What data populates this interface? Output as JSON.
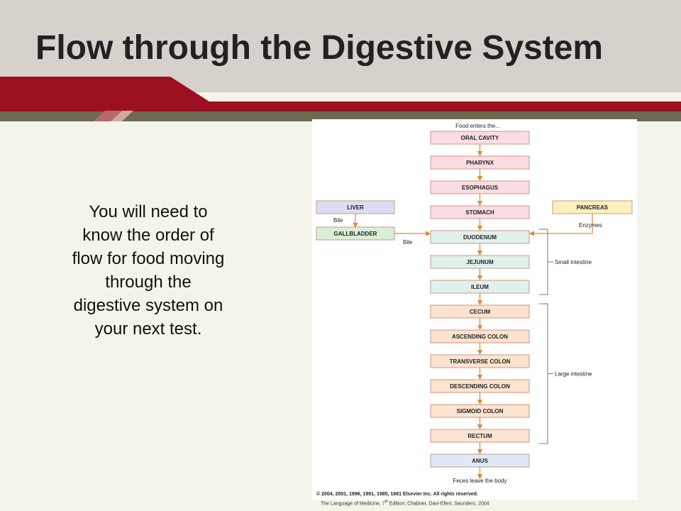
{
  "slide": {
    "title": "Flow through the Digestive System",
    "body_text": "You will need to know the order of flow for food moving through the digestive system on your next test.",
    "citation": {
      "prefix": "The Language of Medicine, 7",
      "sup": "th",
      "suffix": " Edition; Chabner, Davi-Ellen; Saunders, 2004"
    }
  },
  "figure": {
    "start_label": "Food enters the...",
    "end_label": "Feces leave the body",
    "copyright": "© 2004, 2001, 1996, 1991, 1985, 1981 Elsevier Inc. All rights reserved.",
    "main_chain": [
      {
        "label": "ORAL CAVITY",
        "group": "upper"
      },
      {
        "label": "PHARYNX",
        "group": "upper"
      },
      {
        "label": "ESOPHAGUS",
        "group": "upper"
      },
      {
        "label": "STOMACH",
        "group": "upper"
      },
      {
        "label": "DUODENUM",
        "group": "small"
      },
      {
        "label": "JEJUNUM",
        "group": "small"
      },
      {
        "label": "ILEUM",
        "group": "small"
      },
      {
        "label": "CECUM",
        "group": "large"
      },
      {
        "label": "ASCENDING COLON",
        "group": "large"
      },
      {
        "label": "TRANSVERSE COLON",
        "group": "large"
      },
      {
        "label": "DESCENDING COLON",
        "group": "large"
      },
      {
        "label": "SIGMOID COLON",
        "group": "large"
      },
      {
        "label": "RECTUM",
        "group": "large"
      },
      {
        "label": "ANUS",
        "group": "anus"
      }
    ],
    "side_organs": {
      "liver": "LIVER",
      "gallbladder": "GALLBLADDER",
      "pancreas": "PANCREAS"
    },
    "flow_labels": {
      "bile_top": "Bile",
      "bile_side": "Bile",
      "enzymes": "Enzymes"
    },
    "brackets": {
      "small_intestine": "Small intestine",
      "large_intestine": "Large intestine"
    },
    "colors": {
      "upper": "#fadde1",
      "small": "#e0f1ec",
      "large": "#fbe3cf",
      "anus": "#dde9f6",
      "liver": "#dcdcf2",
      "gallbladder": "#d9efd6",
      "pancreas": "#fcefc0",
      "arrow": "#e0883a",
      "box_border": "#cc9a84"
    }
  }
}
